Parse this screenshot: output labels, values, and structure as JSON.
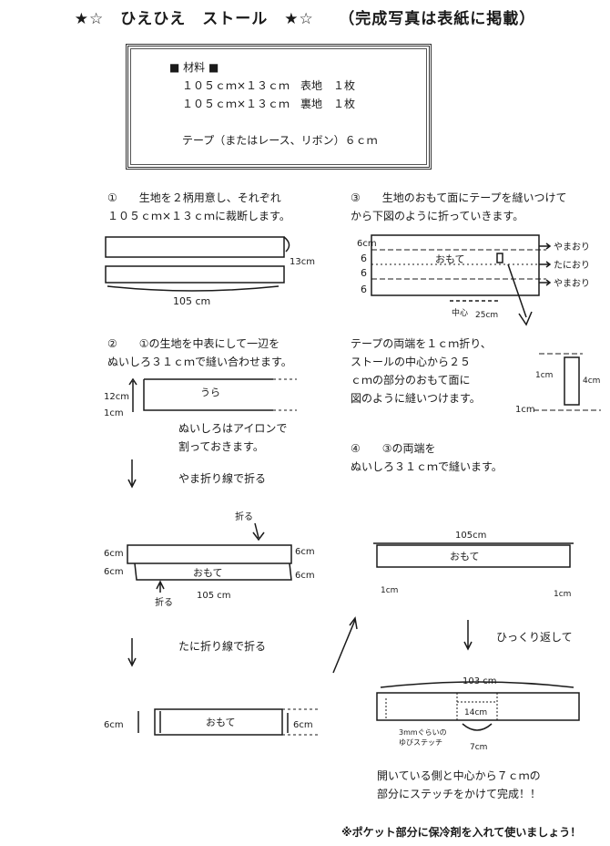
{
  "title": "★☆　ひえひえ　ストール　★☆　　（完成写真は表紙に掲載）",
  "materials": {
    "heading": "■ 材料 ■",
    "lines": [
      "１０５ｃｍ×１３ｃｍ　表地　１枚",
      "１０５ｃｍ×１３ｃｍ　裏地　１枚",
      "",
      "テープ（またはレース、リボン）６ｃｍ"
    ]
  },
  "steps": {
    "s1": [
      "①　　生地を２柄用意し、それぞれ",
      "１０５ｃｍ×１３ｃｍに裁断します。"
    ],
    "s2": [
      "②　　①の生地を中表にして一辺を",
      "ぬいしろ３１ｃｍで縫い合わせます。"
    ],
    "s2_note": [
      "ぬいしろはアイロンで",
      "割っておきます。"
    ],
    "s2_fold1": "やま折り線で折る",
    "s2_fold2": "たに折り線で折る",
    "s3": [
      "③　　生地のおもて面にテープを縫いつけて",
      "から下図のように折っていきます。"
    ],
    "s3_b": [
      "テープの両端を１ｃｍ折り、",
      "ストールの中心から２５",
      "ｃｍの部分のおもて面に",
      "図のように縫いつけます。"
    ],
    "s4": [
      "④　　③の両端を",
      "ぬいしろ３１ｃｍで縫います。"
    ],
    "s4_flip": "ひっくり返して",
    "s4_finish": [
      "開いている側と中心から７ｃｍの",
      "部分にステッチをかけて完成！！"
    ]
  },
  "footer_note": "※ポケット部分に保冷剤を入れて使いましょう！",
  "labels": {
    "d1_13": "13cm",
    "d1_105": "105 cm",
    "d2_12": "12cm",
    "d2_1": "1cm",
    "d2_ura": "うら",
    "d3_6a": "6cm",
    "d3_6b": "6",
    "d3_6c": "6",
    "d3_6d": "6",
    "d3_omote": "おもて",
    "d3_yama1": "やまおり",
    "d3_tani": "たにおり",
    "d3_yama2": "やまおり",
    "d3_center": "中心",
    "d3_25": "25cm",
    "d4_1": "1cm",
    "d4_4": "4cm",
    "d4_1b": "1cm",
    "d5_fold1": "折る",
    "d5_fold2": "折る",
    "d5_6l1": "6cm",
    "d5_6l2": "6cm",
    "d5_6r1": "6cm",
    "d5_6r2": "6cm",
    "d5_omote": "おもて",
    "d5_105": "105 cm",
    "d6_105": "105cm",
    "d6_omote": "おもて",
    "d6_1l": "1cm",
    "d6_1r": "1cm",
    "d7_6l": "6cm",
    "d7_6r": "6cm",
    "d7_omote": "おもて",
    "d8_103": "103 cm",
    "d8_14": "14cm",
    "d8_stitch1": "3mmぐらいの",
    "d8_stitch2": "ゆびステッチ",
    "d8_7": "7cm"
  }
}
